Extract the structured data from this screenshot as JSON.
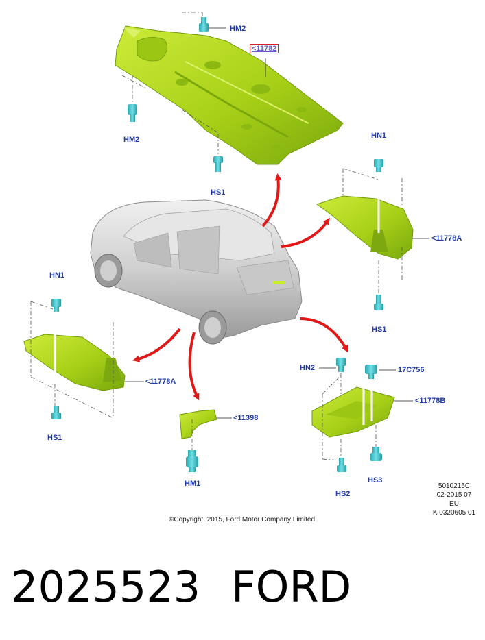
{
  "labels": {
    "hm2_top": "HM2",
    "part_main": "<11782",
    "hm2_left": "HM2",
    "hs1_top": "HS1",
    "hn1_right": "HN1",
    "part_right": "<11778A",
    "hs1_right": "HS1",
    "hn1_left": "HN1",
    "part_left": "<11778A",
    "hs1_left": "HS1",
    "part_mud": "<11398",
    "hm1": "HM1",
    "hn2": "HN2",
    "part_17c": "17C756",
    "part_b": "<11778B",
    "hs2": "HS2",
    "hs3": "HS3"
  },
  "reference": {
    "line1": "5010215C",
    "line2": "02-2015 07",
    "line3": "EU",
    "line4": "K 0320605 01"
  },
  "copyright": "©Copyright, 2015, Ford Motor Company Limited",
  "footer": {
    "part_number": "2025523",
    "brand": "FORD"
  },
  "colors": {
    "panel": "#b5dc1c",
    "panel_dark": "#6f9a0a",
    "fastener": "#3fc6cf",
    "label": "#1f3aa8",
    "arrow": "#e01818",
    "car": "#d4d4d4"
  }
}
